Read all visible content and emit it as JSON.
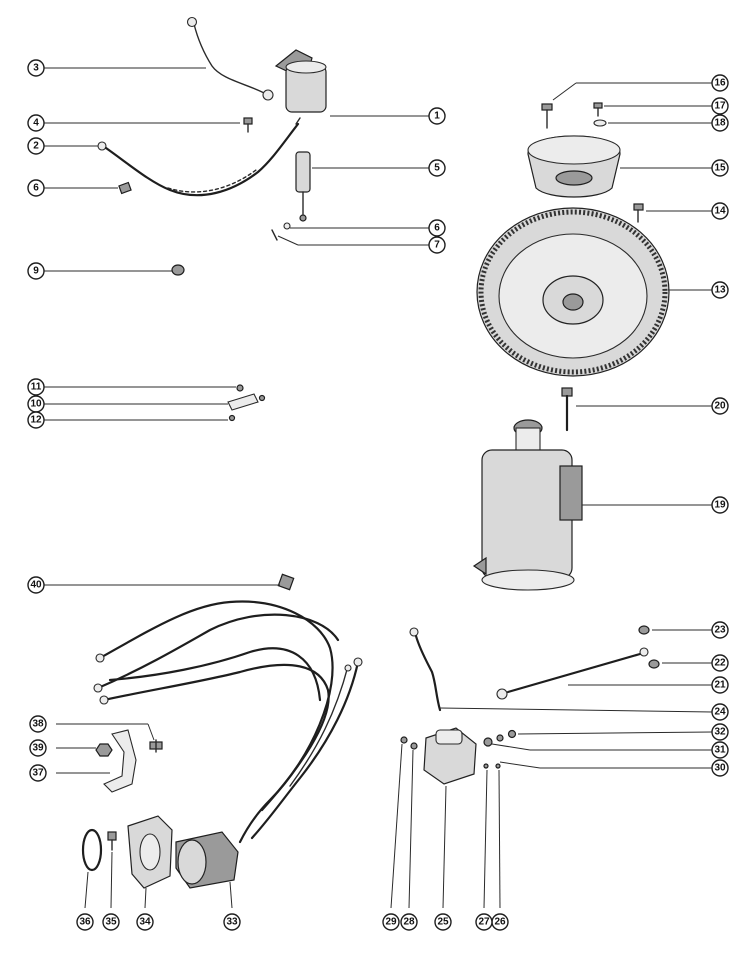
{
  "callouts": [
    {
      "id": "c1",
      "label": "1"
    },
    {
      "id": "c2",
      "label": "2"
    },
    {
      "id": "c3",
      "label": "3"
    },
    {
      "id": "c4",
      "label": "4"
    },
    {
      "id": "c5",
      "label": "5"
    },
    {
      "id": "c6a",
      "label": "6"
    },
    {
      "id": "c6b",
      "label": "6"
    },
    {
      "id": "c7",
      "label": "7"
    },
    {
      "id": "c9",
      "label": "9"
    },
    {
      "id": "c10",
      "label": "10"
    },
    {
      "id": "c11",
      "label": "11"
    },
    {
      "id": "c12",
      "label": "12"
    },
    {
      "id": "c13",
      "label": "13"
    },
    {
      "id": "c14",
      "label": "14"
    },
    {
      "id": "c15",
      "label": "15"
    },
    {
      "id": "c16",
      "label": "16"
    },
    {
      "id": "c17",
      "label": "17"
    },
    {
      "id": "c18",
      "label": "18"
    },
    {
      "id": "c19",
      "label": "19"
    },
    {
      "id": "c20",
      "label": "20"
    },
    {
      "id": "c21",
      "label": "21"
    },
    {
      "id": "c22",
      "label": "22"
    },
    {
      "id": "c23",
      "label": "23"
    },
    {
      "id": "c24",
      "label": "24"
    },
    {
      "id": "c25",
      "label": "25"
    },
    {
      "id": "c26",
      "label": "26"
    },
    {
      "id": "c27",
      "label": "27"
    },
    {
      "id": "c28",
      "label": "28"
    },
    {
      "id": "c29",
      "label": "29"
    },
    {
      "id": "c30",
      "label": "30"
    },
    {
      "id": "c31",
      "label": "31"
    },
    {
      "id": "c32",
      "label": "32"
    },
    {
      "id": "c33",
      "label": "33"
    },
    {
      "id": "c34",
      "label": "34"
    },
    {
      "id": "c35",
      "label": "35"
    },
    {
      "id": "c36",
      "label": "36"
    },
    {
      "id": "c37",
      "label": "37"
    },
    {
      "id": "c38",
      "label": "38"
    },
    {
      "id": "c39",
      "label": "39"
    },
    {
      "id": "c40",
      "label": "40"
    }
  ]
}
